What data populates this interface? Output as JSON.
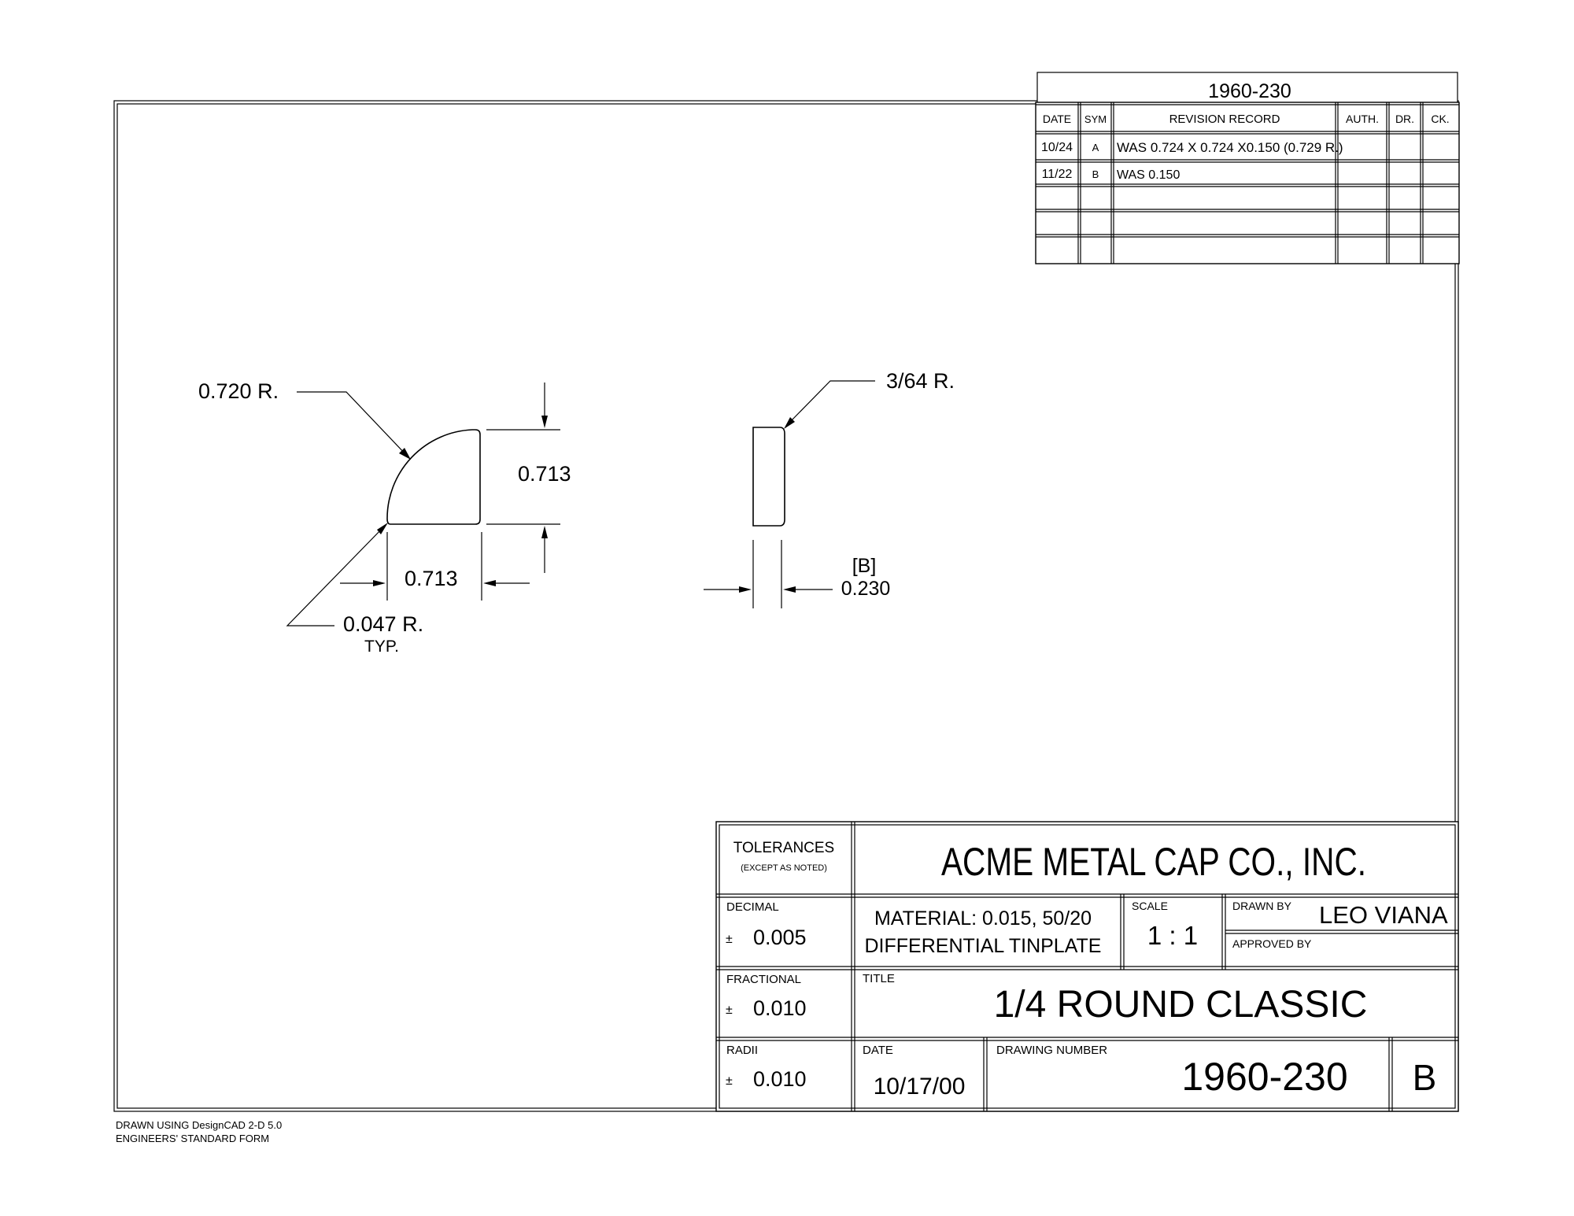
{
  "revision_block": {
    "drawing_number": "1960-230",
    "headers": {
      "date": "DATE",
      "sym": "SYM",
      "record": "REVISION RECORD",
      "auth": "AUTH.",
      "dr": "DR.",
      "ck": "CK."
    },
    "rows": [
      {
        "date": "10/24",
        "sym": "A",
        "record": "WAS 0.724 X 0.724 X0.150 (0.729 R.)"
      },
      {
        "date": "11/22",
        "sym": "B",
        "record": "WAS 0.150"
      }
    ]
  },
  "dimensions": {
    "outer_radius": "0.720 R.",
    "height": "0.713",
    "width": "0.713",
    "corner_radius": "0.047 R.",
    "corner_radius_note": "TYP.",
    "edge_radius": "3/64 R.",
    "thickness_revision": "[B]",
    "thickness": "0.230"
  },
  "title_block": {
    "tolerances_label": "TOLERANCES",
    "tolerances_note": "(EXCEPT AS NOTED)",
    "company": "ACME METAL CAP CO., INC.",
    "decimal_label": "DECIMAL",
    "decimal_value": "0.005",
    "fractional_label": "FRACTIONAL",
    "fractional_value": "0.010",
    "radii_label": "RADII",
    "radii_value": "0.010",
    "plus_minus": "±",
    "material_line1": "MATERIAL: 0.015, 50/20",
    "material_line2": "DIFFERENTIAL TINPLATE",
    "scale_label": "SCALE",
    "scale_value": "1 : 1",
    "drawn_by_label": "DRAWN BY",
    "drawn_by_value": "LEO VIANA",
    "approved_by_label": "APPROVED BY",
    "title_label": "TITLE",
    "title_value": "1/4 ROUND CLASSIC",
    "date_label": "DATE",
    "date_value": "10/17/00",
    "drawing_number_label": "DRAWING NUMBER",
    "drawing_number_value": "1960-230",
    "revision_letter": "B"
  },
  "footer": {
    "line1": "DRAWN USING DesignCAD 2-D 5.0",
    "line2": "ENGINEERS' STANDARD FORM"
  }
}
